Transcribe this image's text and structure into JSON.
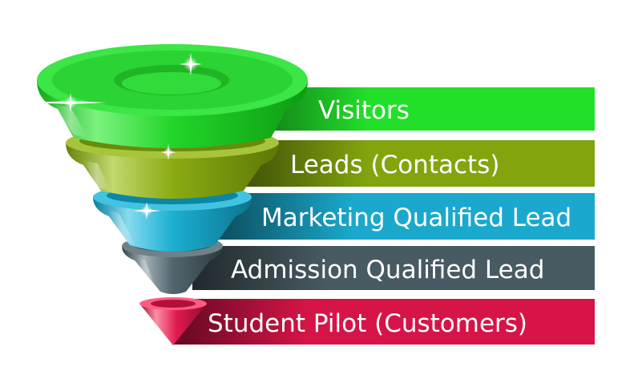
{
  "funnel": {
    "stages": [
      {
        "label": "Visitors",
        "color": "#22e02a"
      },
      {
        "label": "Leads (Contacts)",
        "color": "#82a50e"
      },
      {
        "label": "Marketing Qualified Lead",
        "color": "#1aa9cc"
      },
      {
        "label": "Admission Qualified Lead",
        "color": "#485a62"
      },
      {
        "label": "Student Pilot (Customers)",
        "color": "#d71447"
      }
    ]
  }
}
